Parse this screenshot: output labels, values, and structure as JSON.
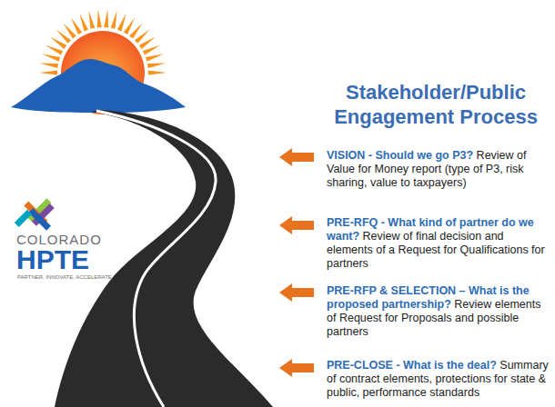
{
  "diagram": {
    "title": "Stakeholder/Public Engagement Process",
    "labels": [
      "COLORADO",
      "HPTE",
      "PARTNER. INNOVATE. ACCELERATE.",
      "VISION - Should we go P3?",
      "Review of Value for Money report (type of P3, risk sharing, value to taxpayers)",
      "PRE-RFQ - What kind of partner do we want?",
      "Review of final decision and elements of a Request for Qualifications for partners",
      "PRE-RFP & SELECTION – What is the proposed partnership?",
      "Review elements of Request for Proposals and possible partners",
      "PRE-CLOSE - What is the deal?",
      "Summary of contract elements, protections for state & public, performance standards"
    ]
  }
}
